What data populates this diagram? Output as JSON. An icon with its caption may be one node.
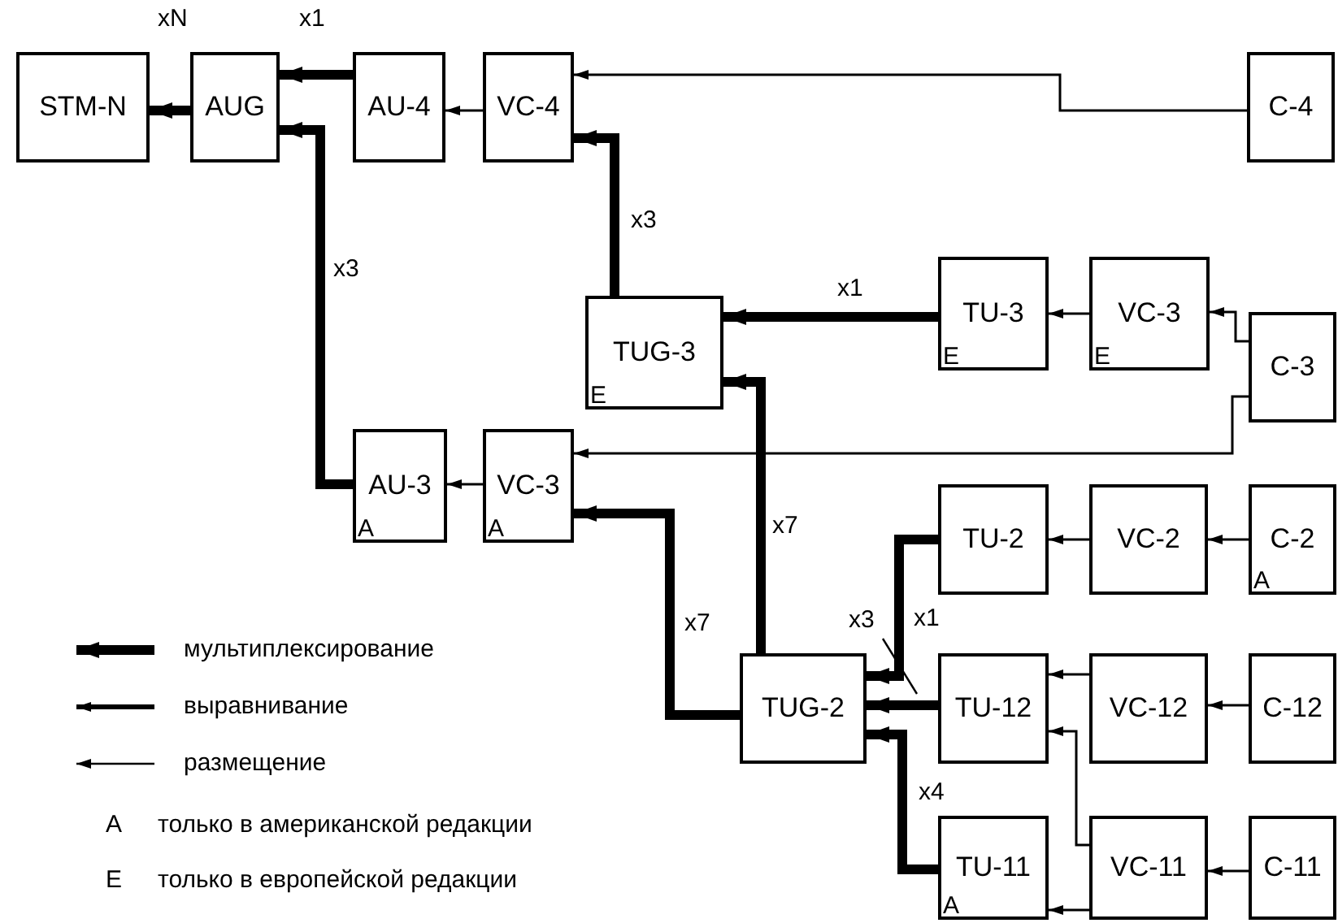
{
  "diagram": {
    "nodes": [
      {
        "text": [
          "STM-N"
        ]
      },
      {
        "text": [
          "AUG"
        ]
      },
      {
        "text": [
          "AU-4"
        ]
      },
      {
        "text": [
          "VC-4"
        ]
      },
      {
        "text": [
          "C-4"
        ]
      },
      {
        "text": [
          "TUG-3",
          "E"
        ]
      },
      {
        "text": [
          "TU-3",
          "E"
        ]
      },
      {
        "text": [
          "VC-3",
          "E"
        ]
      },
      {
        "text": [
          "C-3"
        ]
      },
      {
        "text": [
          "AU-3",
          "A"
        ]
      },
      {
        "text": [
          "VC-3",
          "A"
        ]
      },
      {
        "text": [
          "TU-2"
        ]
      },
      {
        "text": [
          "VC-2"
        ]
      },
      {
        "text": [
          "C-2",
          "A"
        ]
      },
      {
        "text": [
          "TUG-2"
        ]
      },
      {
        "text": [
          "TU-12"
        ]
      },
      {
        "text": [
          "VC-12"
        ]
      },
      {
        "text": [
          "C-12"
        ]
      },
      {
        "text": [
          "TU-11",
          "A"
        ]
      },
      {
        "text": [
          "VC-11"
        ]
      },
      {
        "text": [
          "C-11"
        ]
      }
    ],
    "edges": [
      {
        "from": 1,
        "to": 0,
        "arrow": "to",
        "style": "thick",
        "label": "xN"
      },
      {
        "from": 2,
        "to": 1,
        "arrow": "to",
        "style": "thick",
        "label": "x1"
      },
      {
        "from": 3,
        "to": 2,
        "arrow": "to"
      },
      {
        "from": 4,
        "to": 3,
        "arrow": "to"
      },
      {
        "from": 5,
        "to": 3,
        "arrow": "to",
        "style": "thick",
        "label": "x3"
      },
      {
        "from": 9,
        "to": 1,
        "arrow": "to",
        "style": "thick",
        "label": "x3"
      },
      {
        "from": 6,
        "to": 5,
        "arrow": "to",
        "style": "thick",
        "label": "x1"
      },
      {
        "from": 7,
        "to": 6,
        "arrow": "to"
      },
      {
        "from": 8,
        "to": 7,
        "arrow": "to"
      },
      {
        "from": 8,
        "to": 10,
        "arrow": "to"
      },
      {
        "from": 10,
        "to": 9,
        "arrow": "to"
      },
      {
        "from": 14,
        "to": 5,
        "arrow": "to",
        "style": "thick",
        "label": "x7"
      },
      {
        "from": 14,
        "to": 10,
        "arrow": "to",
        "style": "thick",
        "label": "x7"
      },
      {
        "from": 11,
        "to": 14,
        "arrow": "to",
        "style": "thick",
        "label": "x1"
      },
      {
        "from": 15,
        "to": 14,
        "arrow": "to",
        "style": "thick"
      },
      {
        "from": 18,
        "to": 14,
        "arrow": "to",
        "style": "thick",
        "label": "x4"
      },
      {
        "from": 12,
        "to": 11,
        "arrow": "to"
      },
      {
        "from": 13,
        "to": 12,
        "arrow": "to"
      },
      {
        "from": 16,
        "to": 15,
        "arrow": "to"
      },
      {
        "from": 17,
        "to": 16,
        "arrow": "to"
      },
      {
        "from": 19,
        "to": 15,
        "arrow": "to"
      },
      {
        "from": 19,
        "to": 18,
        "arrow": "to"
      },
      {
        "from": 20,
        "to": 19,
        "arrow": "to"
      }
    ],
    "labels": [
      "x3",
      "A",
      "только в американской редакции",
      "E",
      "только в европейской редакции"
    ],
    "legend": [
      {
        "text": "мультиплексирование"
      },
      {
        "text": "выравнивание"
      },
      {
        "text": "размещение"
      }
    ]
  }
}
